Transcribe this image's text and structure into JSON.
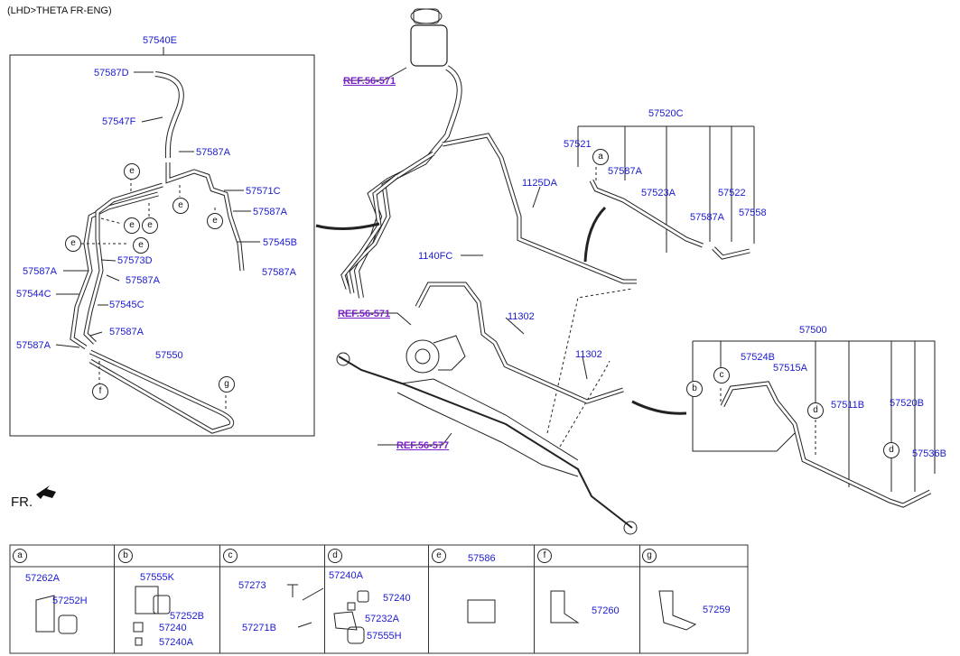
{
  "header": {
    "title": "(LHD>THETA FR-ENG)"
  },
  "fr_label": "FR.",
  "references": [
    "REF.56-571",
    "REF.56-571",
    "REF.56-577"
  ],
  "group_labels": {
    "g_57540E": "57540E",
    "g_57520C": "57520C",
    "g_57500": "57500"
  },
  "callouts": {
    "c1": "57587D",
    "c2": "57547F",
    "c3": "57587A",
    "c4": "57571C",
    "c5": "57587A",
    "c6": "57573D",
    "c7": "57545B",
    "c8": "57587A",
    "c9": "57587A",
    "c10": "57587A",
    "c11": "57544C",
    "c12": "57545C",
    "c13": "57587A",
    "c14": "57587A",
    "c15": "57550",
    "c16": "1125DA",
    "c17": "1140FC",
    "c18": "11302",
    "c19": "11302",
    "c20": "57521",
    "c21": "57587A",
    "c22": "57523A",
    "c23": "57522",
    "c24": "57587A",
    "c25": "57558",
    "c26": "57524B",
    "c27": "57515A",
    "c28": "57511B",
    "c29": "57520B",
    "c30": "57536B"
  },
  "circle_letters": {
    "e1": "e",
    "e2": "e",
    "e3": "e",
    "e4": "e",
    "e5": "e",
    "e6": "e",
    "e7": "e",
    "f1": "f",
    "g1": "g",
    "a1": "a",
    "b1": "b",
    "c1": "c",
    "d1": "d",
    "d2": "d"
  },
  "table": {
    "a": {
      "letter": "a",
      "parts": [
        "57262A",
        "57252H"
      ]
    },
    "b": {
      "letter": "b",
      "parts": [
        "57555K",
        "57252B",
        "57240",
        "57240A"
      ]
    },
    "c": {
      "letter": "c",
      "parts": [
        "57273",
        "57271B"
      ]
    },
    "d": {
      "letter": "d",
      "parts": [
        "57240A",
        "57240",
        "57232A",
        "57555H"
      ]
    },
    "e": {
      "letter": "e",
      "parts": [
        "57586"
      ]
    },
    "f": {
      "letter": "f",
      "parts": [
        "57260"
      ]
    },
    "g": {
      "letter": "g",
      "parts": [
        "57259"
      ]
    }
  },
  "colors": {
    "callout": "#1a1ad0",
    "reference": "#7a20c8",
    "line": "#222222"
  }
}
